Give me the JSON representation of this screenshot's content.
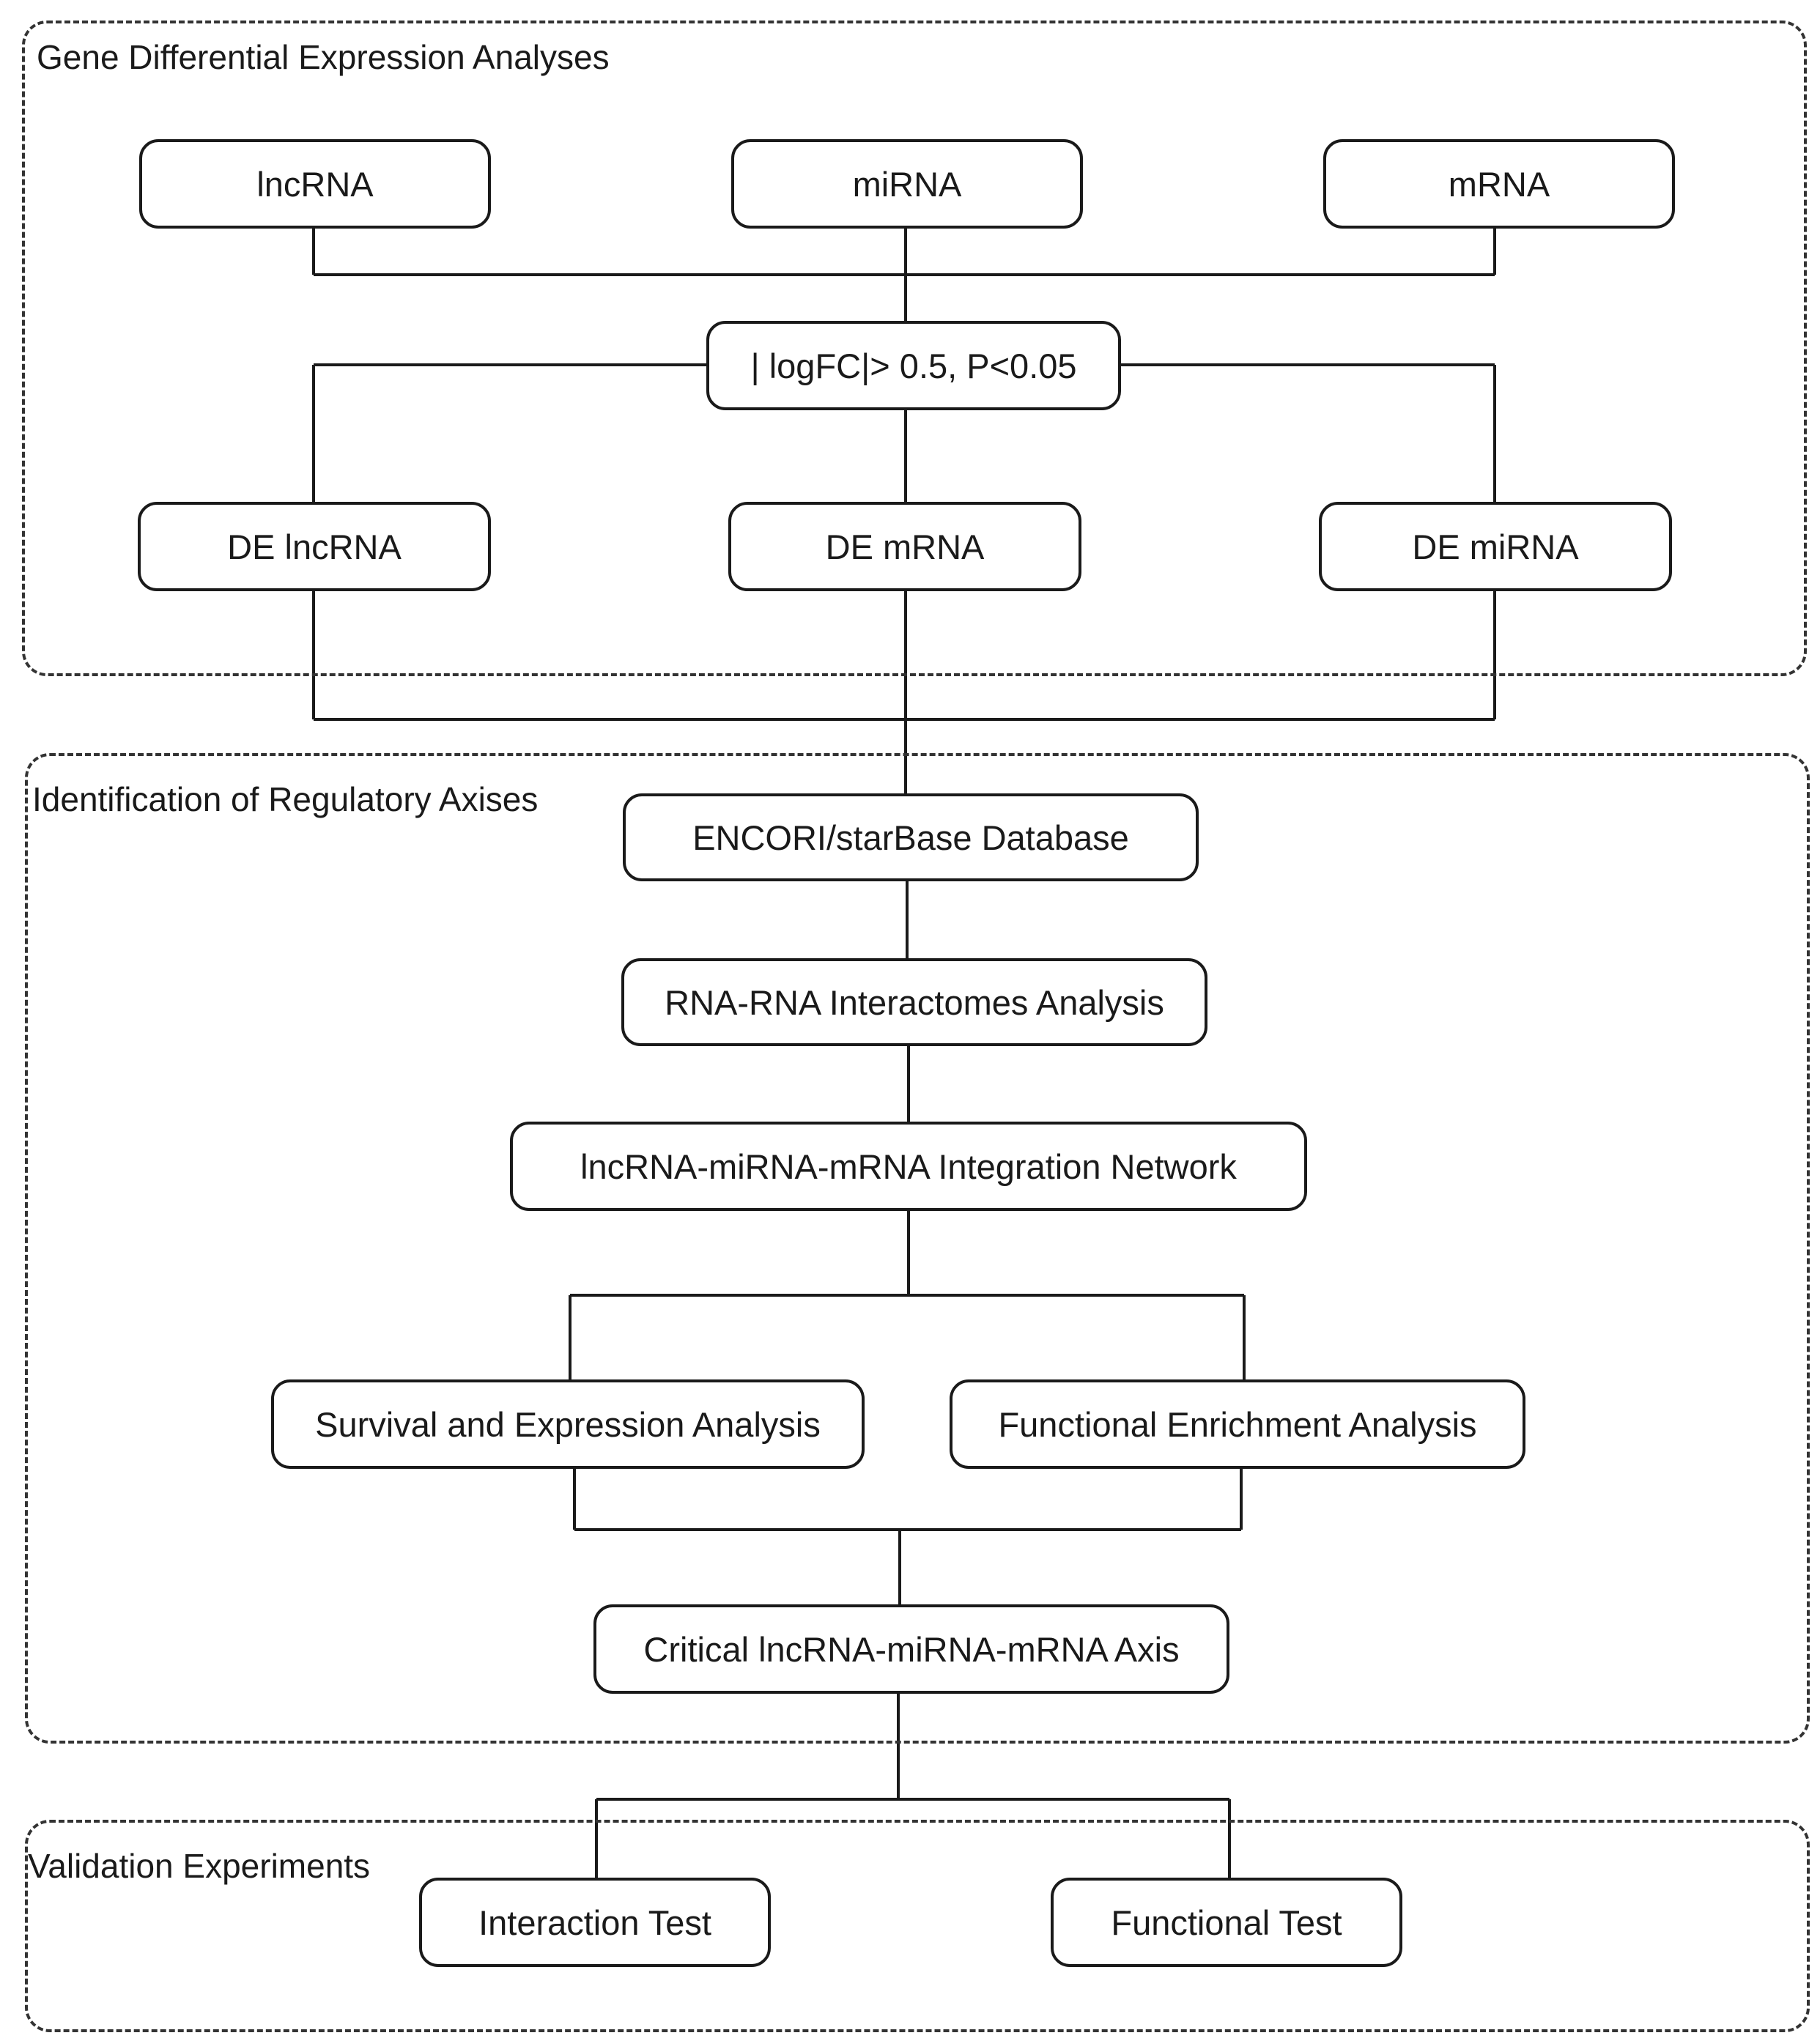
{
  "sections": {
    "gene_de": {
      "label": "Gene Differential Expression Analyses"
    },
    "regulatory": {
      "label": "Identification of Regulatory Axises"
    },
    "validation": {
      "label": "Validation Experiments"
    }
  },
  "nodes": {
    "lncrna": "lncRNA",
    "mirna": "miRNA",
    "mrna": "mRNA",
    "threshold": "| logFC|> 0.5, P<0.05",
    "de_lncrna": "DE lncRNA",
    "de_mrna": "DE mRNA",
    "de_mirna": "DE miRNA",
    "encori": "ENCORI/starBase Database",
    "rna_rna": "RNA-RNA Interactomes Analysis",
    "network": "lncRNA-miRNA-mRNA Integration Network",
    "survival": "Survival and Expression Analysis",
    "functional_enrichment": "Functional Enrichment Analysis",
    "critical_axis": "Critical lncRNA-miRNA-mRNA Axis",
    "interaction_test": "Interaction Test",
    "functional_test": "Functional Test"
  }
}
